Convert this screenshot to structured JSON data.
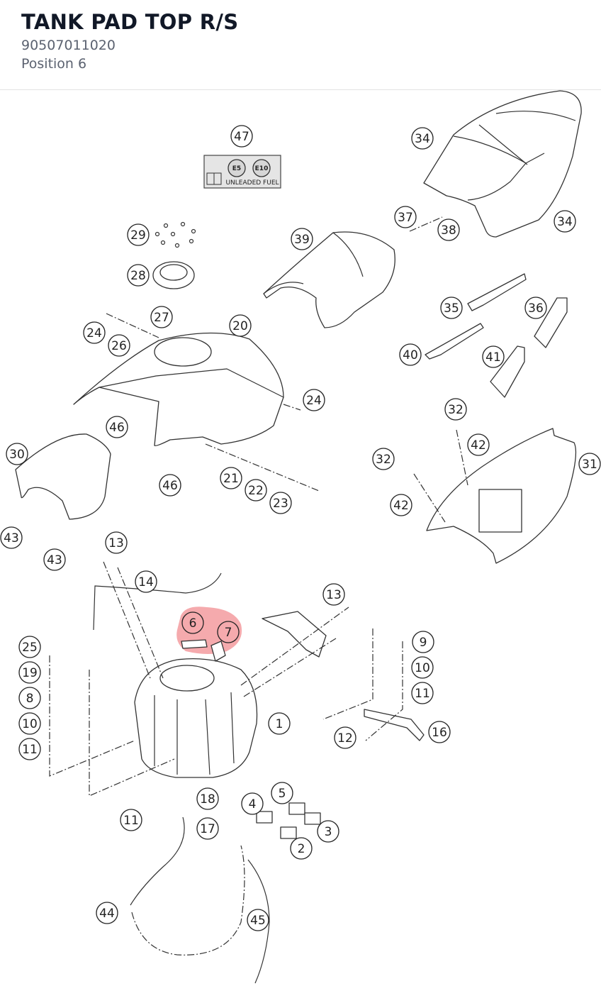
{
  "part": {
    "name": "TANK PAD TOP R/S",
    "number": "90507011020",
    "position_label": "Position 6"
  },
  "highlight_color": "#e8434a",
  "label_plate": {
    "e5": "E5",
    "e10": "E10",
    "text": "UNLEADED FUEL"
  },
  "callouts": [
    {
      "id": "c47",
      "n": "47"
    },
    {
      "id": "c34a",
      "n": "34"
    },
    {
      "id": "c34b",
      "n": "34"
    },
    {
      "id": "c37",
      "n": "37"
    },
    {
      "id": "c38",
      "n": "38"
    },
    {
      "id": "c29",
      "n": "29"
    },
    {
      "id": "c39",
      "n": "39"
    },
    {
      "id": "c28",
      "n": "28"
    },
    {
      "id": "c35",
      "n": "35"
    },
    {
      "id": "c36",
      "n": "36"
    },
    {
      "id": "c27",
      "n": "27"
    },
    {
      "id": "c24a",
      "n": "24"
    },
    {
      "id": "c20",
      "n": "20"
    },
    {
      "id": "c26",
      "n": "26"
    },
    {
      "id": "c40",
      "n": "40"
    },
    {
      "id": "c41",
      "n": "41"
    },
    {
      "id": "c24b",
      "n": "24"
    },
    {
      "id": "c46a",
      "n": "46"
    },
    {
      "id": "c32a",
      "n": "32"
    },
    {
      "id": "c30",
      "n": "30"
    },
    {
      "id": "c42a",
      "n": "42"
    },
    {
      "id": "c32b",
      "n": "32"
    },
    {
      "id": "c31",
      "n": "31"
    },
    {
      "id": "c21",
      "n": "21"
    },
    {
      "id": "c46b",
      "n": "46"
    },
    {
      "id": "c22",
      "n": "22"
    },
    {
      "id": "c23",
      "n": "23"
    },
    {
      "id": "c42b",
      "n": "42"
    },
    {
      "id": "c43a",
      "n": "43"
    },
    {
      "id": "c13a",
      "n": "13"
    },
    {
      "id": "c43b",
      "n": "43"
    },
    {
      "id": "c14",
      "n": "14"
    },
    {
      "id": "c13b",
      "n": "13"
    },
    {
      "id": "c6",
      "n": "6"
    },
    {
      "id": "c7",
      "n": "7"
    },
    {
      "id": "c9",
      "n": "9"
    },
    {
      "id": "c25",
      "n": "25"
    },
    {
      "id": "c10a",
      "n": "10"
    },
    {
      "id": "c19",
      "n": "19"
    },
    {
      "id": "c11a",
      "n": "11"
    },
    {
      "id": "c8",
      "n": "8"
    },
    {
      "id": "c1",
      "n": "1"
    },
    {
      "id": "c10b",
      "n": "10"
    },
    {
      "id": "c16",
      "n": "16"
    },
    {
      "id": "c12",
      "n": "12"
    },
    {
      "id": "c11b",
      "n": "11"
    },
    {
      "id": "c5",
      "n": "5"
    },
    {
      "id": "c18",
      "n": "18"
    },
    {
      "id": "c4",
      "n": "4"
    },
    {
      "id": "c11c",
      "n": "11"
    },
    {
      "id": "c17",
      "n": "17"
    },
    {
      "id": "c3",
      "n": "3"
    },
    {
      "id": "c2",
      "n": "2"
    },
    {
      "id": "c44",
      "n": "44"
    },
    {
      "id": "c45",
      "n": "45"
    }
  ]
}
